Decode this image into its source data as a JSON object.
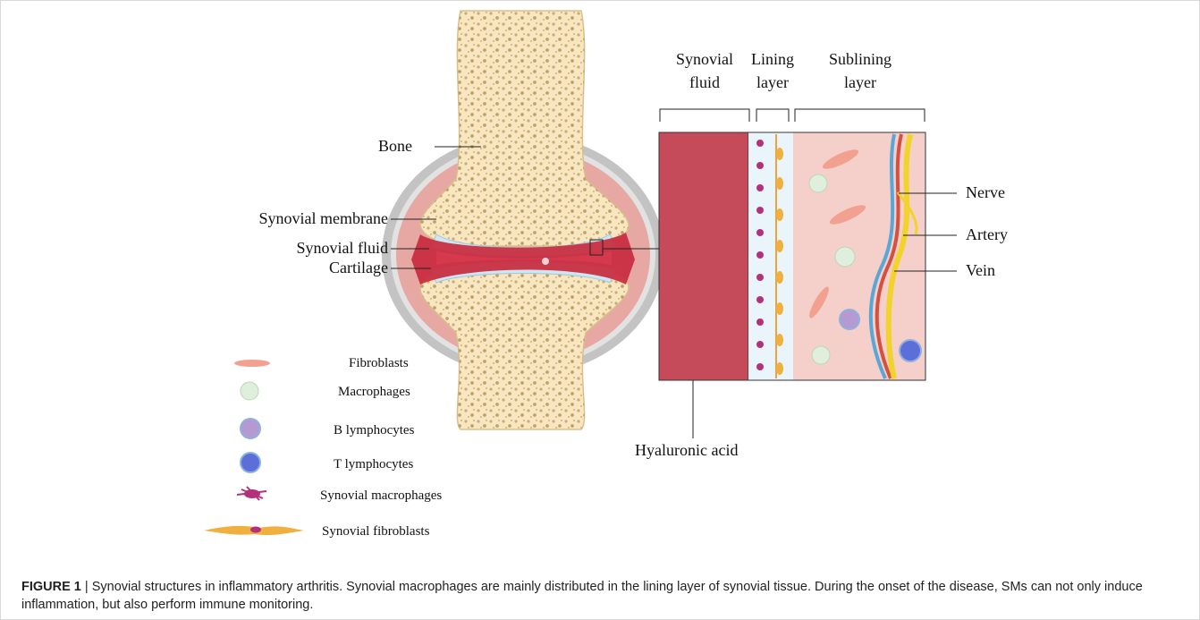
{
  "labels": {
    "bone": "Bone",
    "synovial_membrane": "Synovial membrane",
    "synovial_fluid": "Synovial fluid",
    "cartilage": "Cartilage",
    "hyaluronic_acid": "Hyaluronic acid",
    "nerve": "Nerve",
    "artery": "Artery",
    "vein": "Vein"
  },
  "layer_headers": {
    "synovial_fluid_l1": "Synovial",
    "synovial_fluid_l2": "fluid",
    "lining_l1": "Lining",
    "lining_l2": "layer",
    "sublining_l1": "Sublining",
    "sublining_l2": "layer"
  },
  "legend": [
    {
      "label": "Fibroblasts",
      "icon": "fibroblast-icon"
    },
    {
      "label": "Macrophages",
      "icon": "macrophage-icon"
    },
    {
      "label": "B lymphocytes",
      "icon": "b-lymphocyte-icon"
    },
    {
      "label": "T lymphocytes",
      "icon": "t-lymphocyte-icon"
    },
    {
      "label": "Synovial macrophages",
      "icon": "synovial-macrophage-icon"
    },
    {
      "label": "Synovial fibroblasts",
      "icon": "synovial-fibroblast-icon"
    }
  ],
  "caption": {
    "figure_label": "FIGURE 1",
    "separator": " | ",
    "text": "Synovial structures in inflammatory arthritis. Synovial macrophages are mainly distributed in the lining layer of synovial tissue. During the onset of the disease, SMs can not only induce inflammation, but also perform immune monitoring."
  },
  "colors": {
    "bone_fill": "#f8e6c0",
    "bone_pores": "#c9ad78",
    "capsule": "#b9b9b9",
    "membrane": "#e09a96",
    "fluid": "#c92a3e",
    "cartilage": "#cfe6f2",
    "hyaluronic": "#c54b5a",
    "sublining": "#f5cfca",
    "nerve": "#f1d32a",
    "artery": "#d6503f",
    "vein": "#5aa7d6"
  }
}
